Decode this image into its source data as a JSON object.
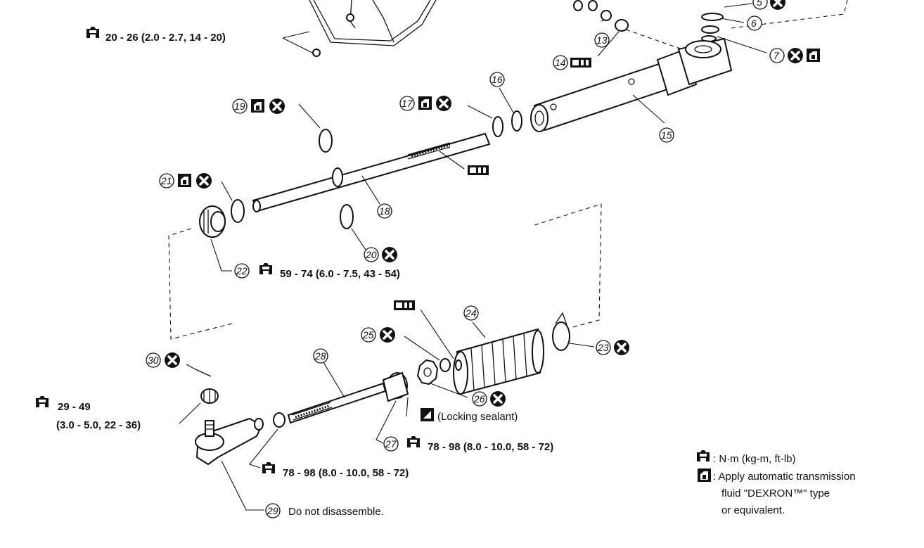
{
  "labels": {
    "torque_top": "20 - 26 (2.0 - 2.7, 14 - 20)",
    "torque_22": "59 - 74 (6.0 - 7.5, 43 - 54)",
    "torque_29_a": "29 - 49",
    "torque_29_b": "(3.0 - 5.0, 22 - 36)",
    "locking_sealant": "(Locking sealant)",
    "torque_27": "78 - 98 (8.0 - 10.0, 58 - 72)",
    "torque_nut": "78 - 98 (8.0 - 10.0, 58 - 72)",
    "do_not_disassemble": "Do not disassemble."
  },
  "callouts": [
    "5",
    "6",
    "7",
    "13",
    "14",
    "15",
    "16",
    "17",
    "18",
    "19",
    "20",
    "21",
    "22",
    "23",
    "24",
    "25",
    "26",
    "27",
    "28",
    "29",
    "30"
  ],
  "legend": {
    "torque_units": ": N·m (kg-m, ft-lb)",
    "atf_line1": ": Apply automatic transmission",
    "atf_line2": "fluid \"DEXRON™\" type",
    "atf_line3": "or equivalent."
  },
  "icons": {
    "torque": "torque-wrench-icon",
    "atf": "atf-oil-can-icon",
    "discard": "do-not-reuse-x-icon",
    "grease": "grease-apply-icon"
  }
}
